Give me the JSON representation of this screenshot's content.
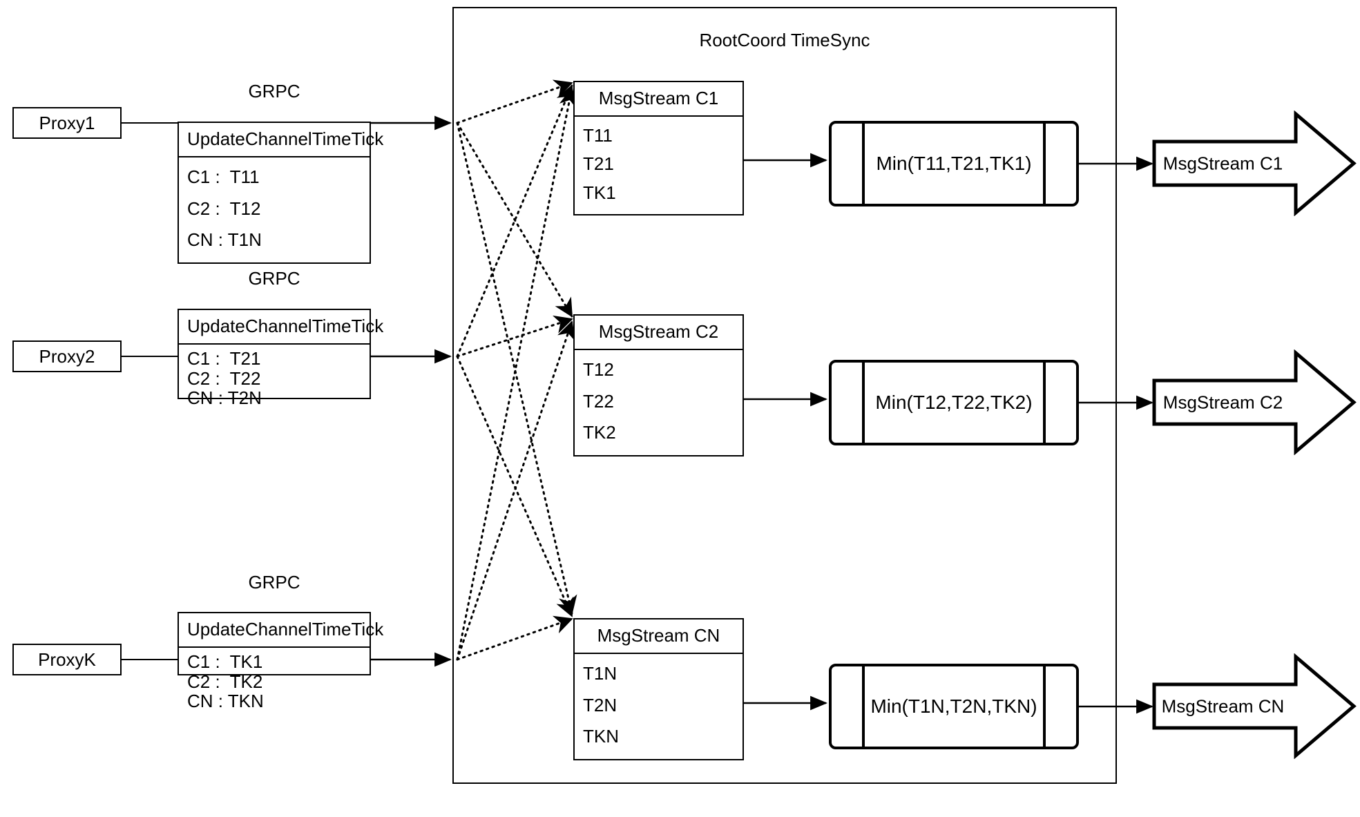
{
  "diagram": {
    "title": "RootCoord TimeSync",
    "container_label": "RootCoord TimeSync"
  },
  "edge_labels": {
    "grpc": "GRPC"
  },
  "rows": [
    {
      "proxy": {
        "label": "Proxy1"
      },
      "grpc_label": "GRPC",
      "tick_box": {
        "header": "UpdateChannelTimeTick",
        "rows": [
          "C1 :  T11",
          "C2 :  T12",
          "CN : T1N"
        ]
      },
      "msgstream": {
        "header": "MsgStream C1",
        "rows": [
          "T11",
          "T21",
          "TK1"
        ]
      },
      "min_box": {
        "label": "Min(T11,T21,TK1)"
      },
      "output": {
        "label": "MsgStream C1"
      }
    },
    {
      "proxy": {
        "label": "Proxy2"
      },
      "grpc_label": "GRPC",
      "tick_box": {
        "header": "UpdateChannelTimeTick",
        "rows": [
          "C1 :  T21",
          "C2 :  T22",
          "CN : T2N"
        ]
      },
      "msgstream": {
        "header": "MsgStream C2",
        "rows": [
          "T12",
          "T22",
          "TK2"
        ]
      },
      "min_box": {
        "label": "Min(T12,T22,TK2)"
      },
      "output": {
        "label": "MsgStream C2"
      }
    },
    {
      "proxy": {
        "label": "ProxyK"
      },
      "grpc_label": "GRPC",
      "tick_box": {
        "header": "UpdateChannelTimeTick",
        "rows": [
          "C1 :  TK1",
          "C2 :  TK2",
          "CN : TKN"
        ]
      },
      "msgstream": {
        "header": "MsgStream CN",
        "rows": [
          "T1N",
          "T2N",
          "TKN"
        ]
      },
      "min_box": {
        "label": "Min(T1N,T2N,TKN)"
      },
      "output": {
        "label": "MsgStream CN"
      }
    }
  ],
  "colors": {
    "stroke": "#000000",
    "background": "#ffffff"
  }
}
